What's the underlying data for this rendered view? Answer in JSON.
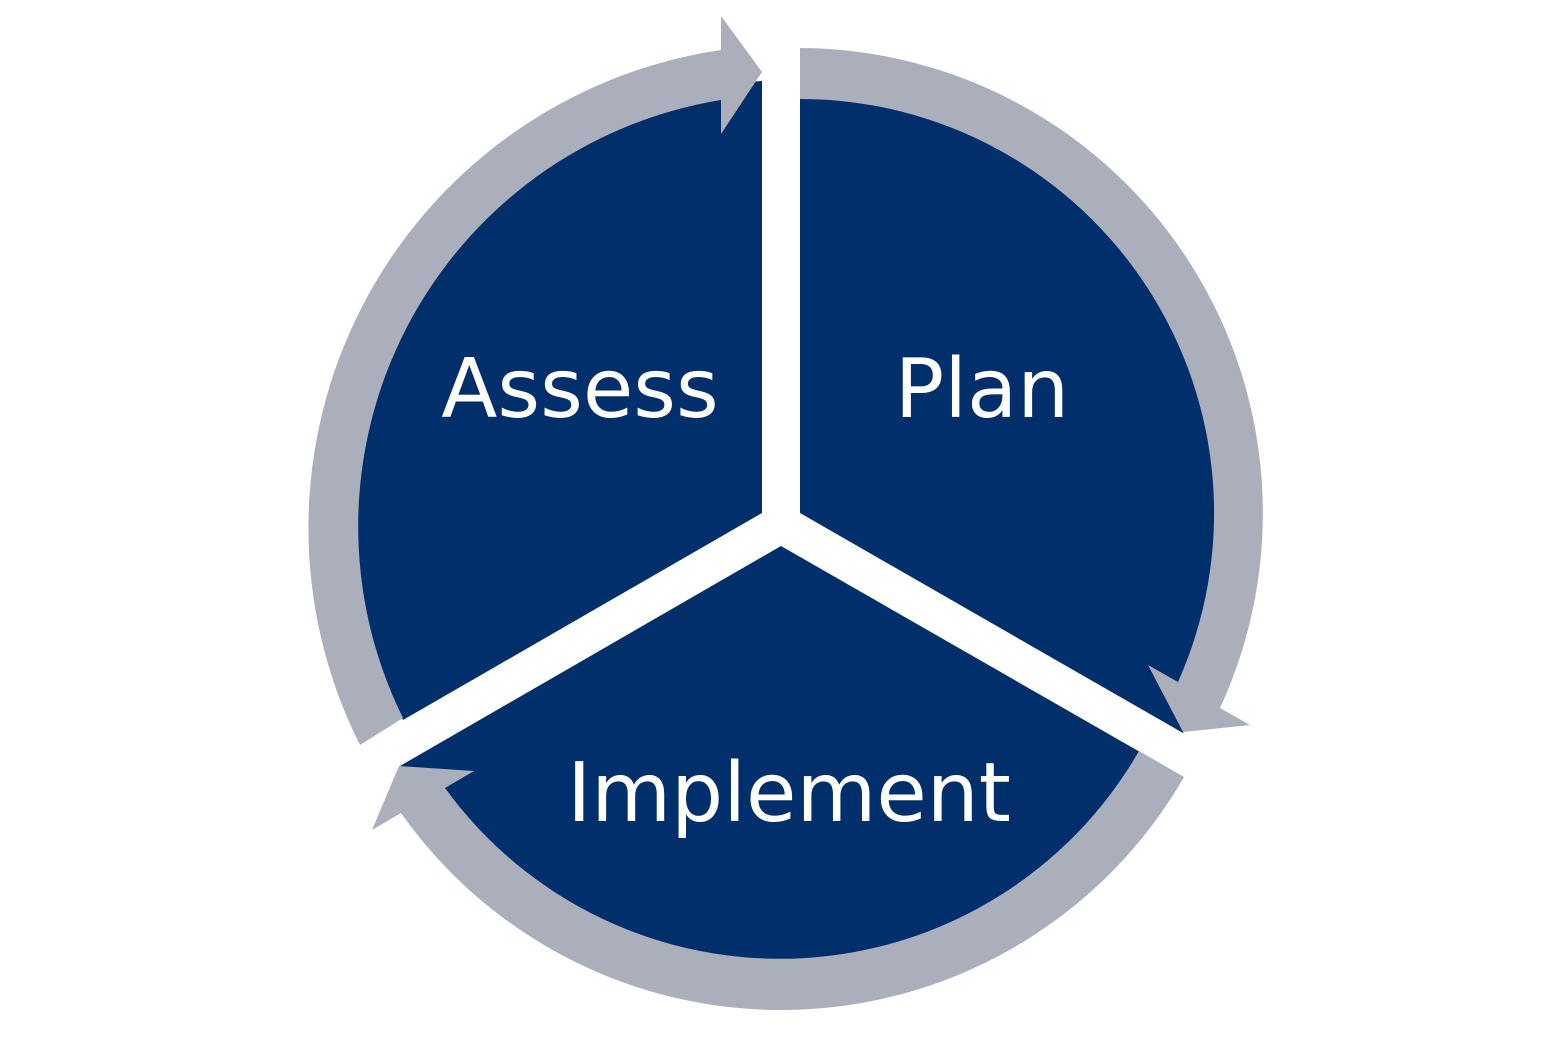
{
  "diagram": {
    "type": "cycle",
    "colors": {
      "segment_fill": "#002f6c",
      "arrow_fill": "#abafbb",
      "background": "#ffffff"
    },
    "segments": [
      {
        "label": "Assess"
      },
      {
        "label": "Plan"
      },
      {
        "label": "Implement"
      }
    ],
    "flow": [
      "Assess",
      "Plan",
      "Implement",
      "Assess"
    ]
  }
}
